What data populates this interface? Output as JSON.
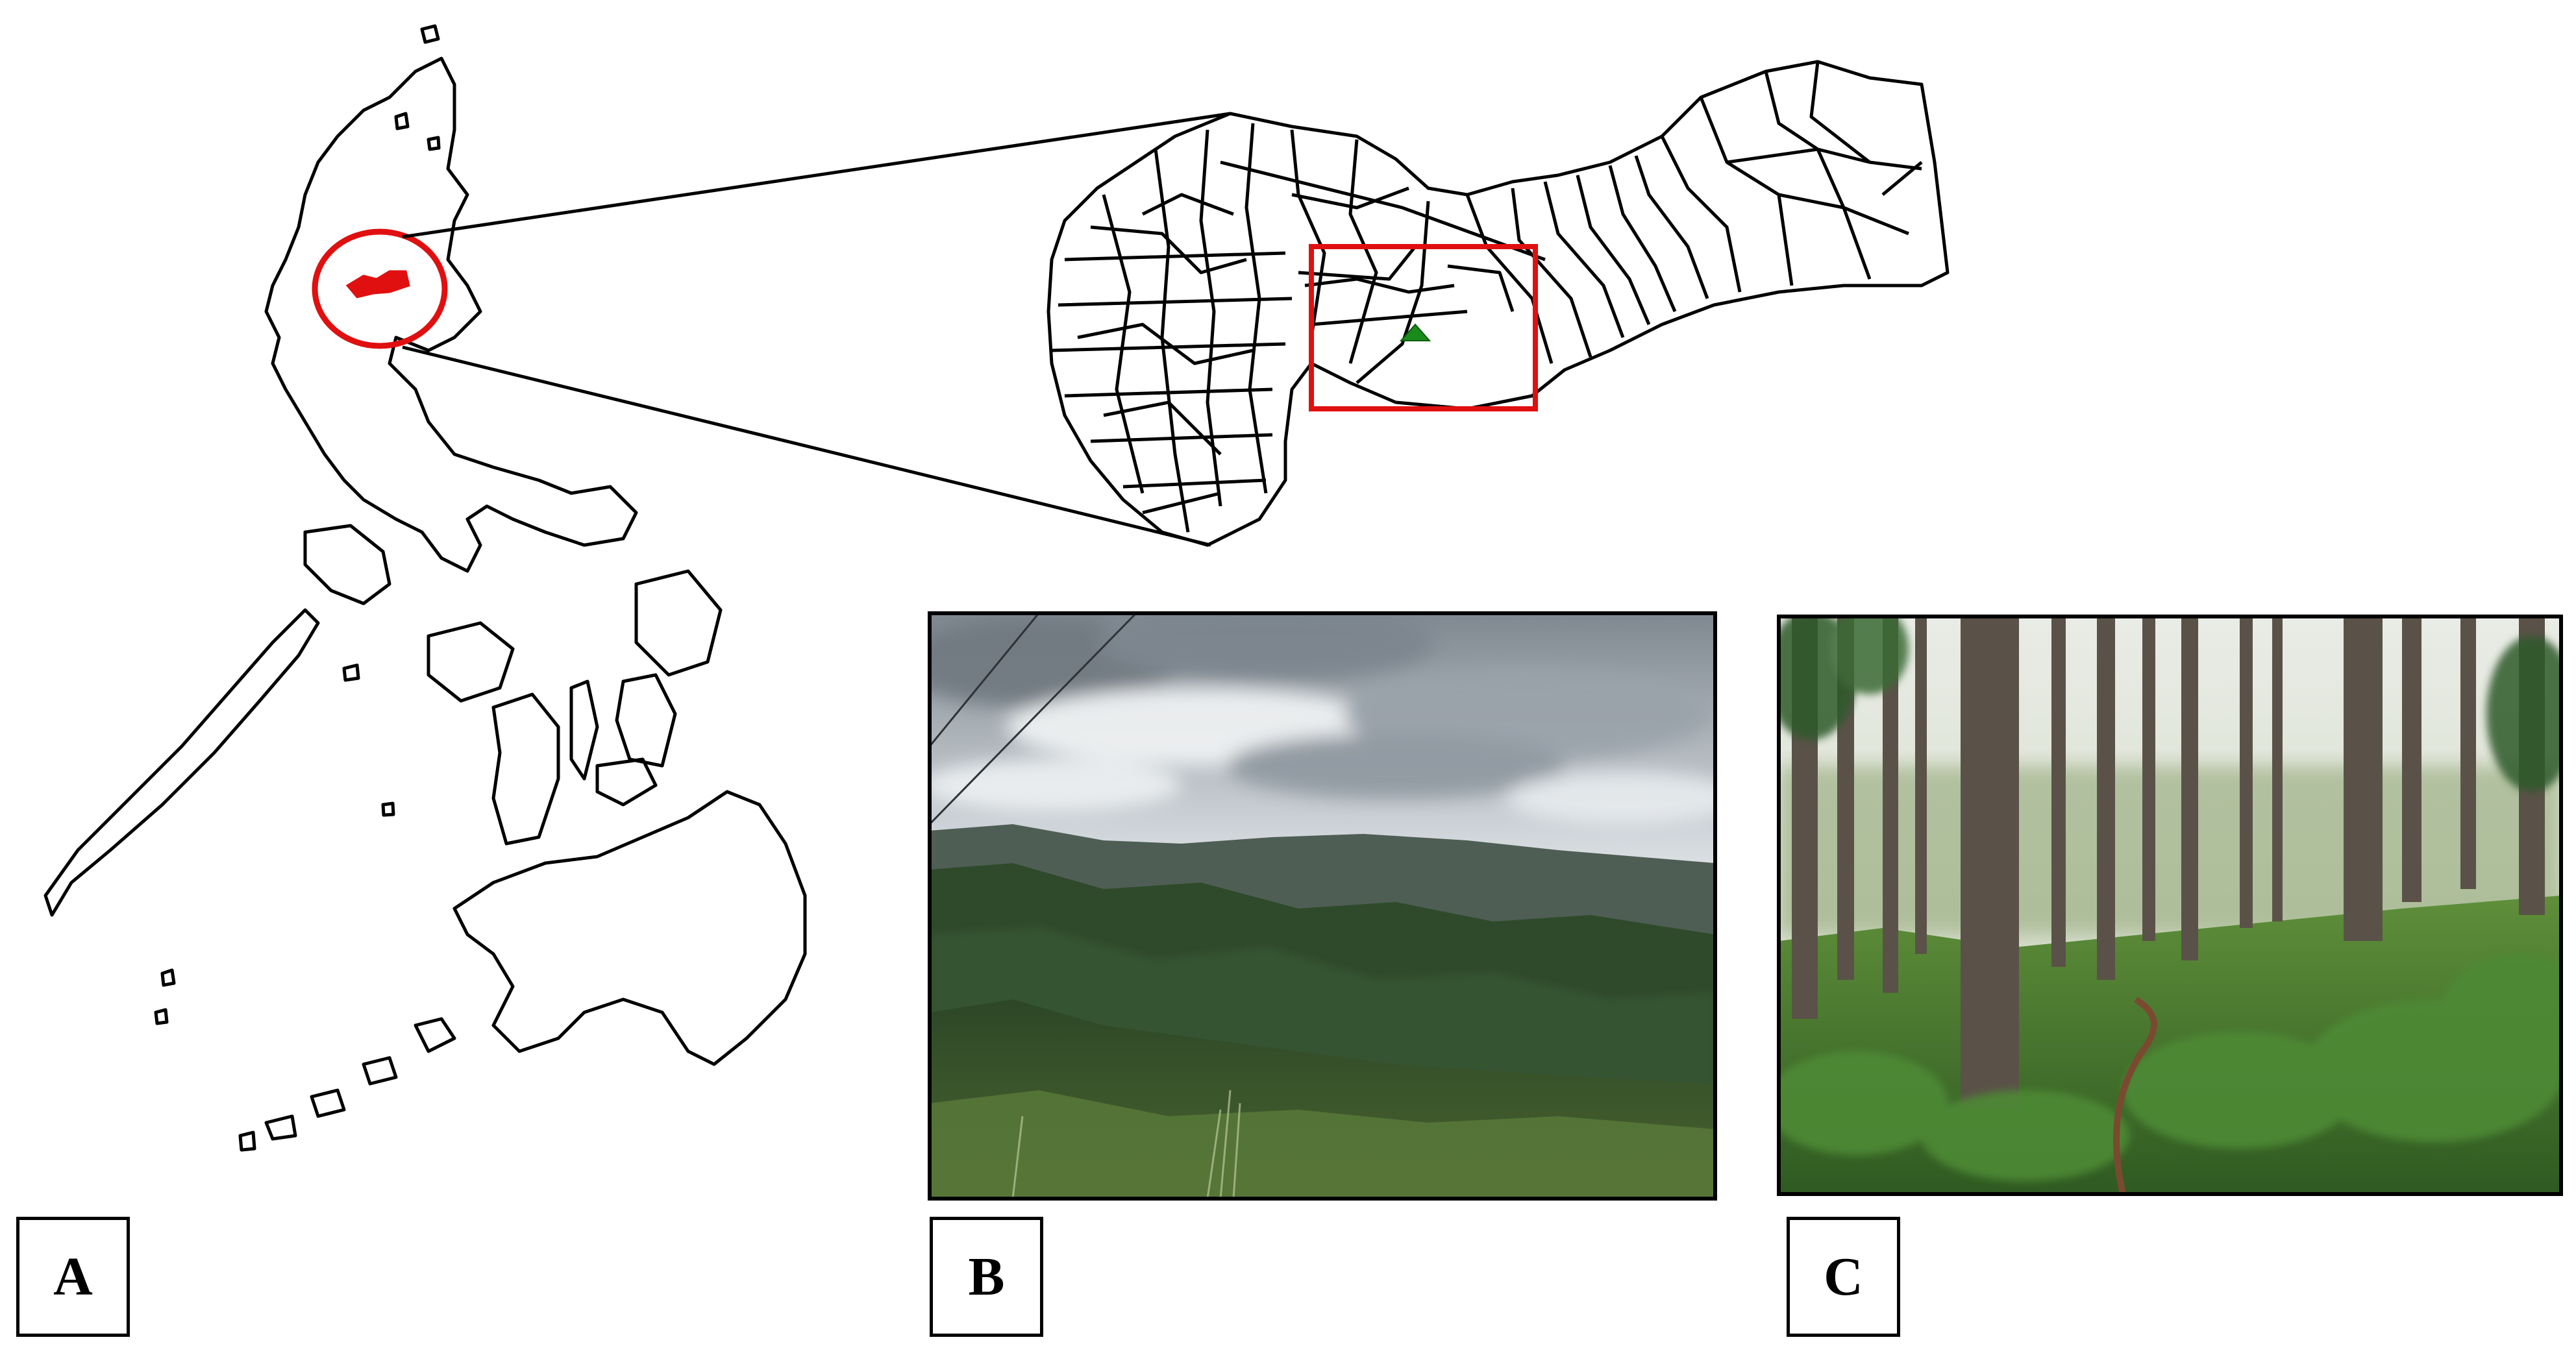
{
  "panels": [
    {
      "id": "A",
      "label": "A"
    },
    {
      "id": "B",
      "label": "B"
    },
    {
      "id": "C",
      "label": "C"
    }
  ],
  "colors": {
    "outline": "#000000",
    "highlight": "#e01010",
    "marker": "#1a8a1a",
    "sky": "#d6dde3",
    "cloud_dark": "#8a939c",
    "mountain_far": "#4f5e55",
    "mountain_mid": "#2f4a2a",
    "vegetation": "#3d5a25",
    "forest_floor": "#3b6a2a",
    "trunk": "#5a5248"
  }
}
